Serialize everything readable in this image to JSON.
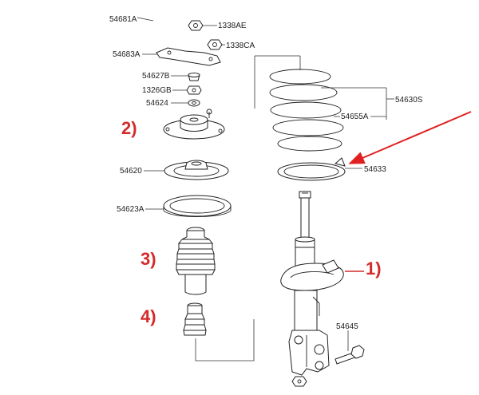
{
  "part_numbers": {
    "p54681A": "54681A",
    "p1338AE": "1338AE",
    "p1338CA": "1338CA",
    "p54683A": "54683A",
    "p54627B": "54627B",
    "p1326GB": "1326GB",
    "p54624": "54624",
    "p54620": "54620",
    "p54623A": "54623A",
    "p54630S": "54630S",
    "p54655A": "54655A",
    "p54633": "54633",
    "p54645": "54645"
  },
  "callouts": {
    "c1": "1)",
    "c2": "2)",
    "c3": "3)",
    "c4": "4)"
  },
  "colors": {
    "callout": "#d42a2a",
    "arrow": "#e02020",
    "line": "#333333"
  }
}
